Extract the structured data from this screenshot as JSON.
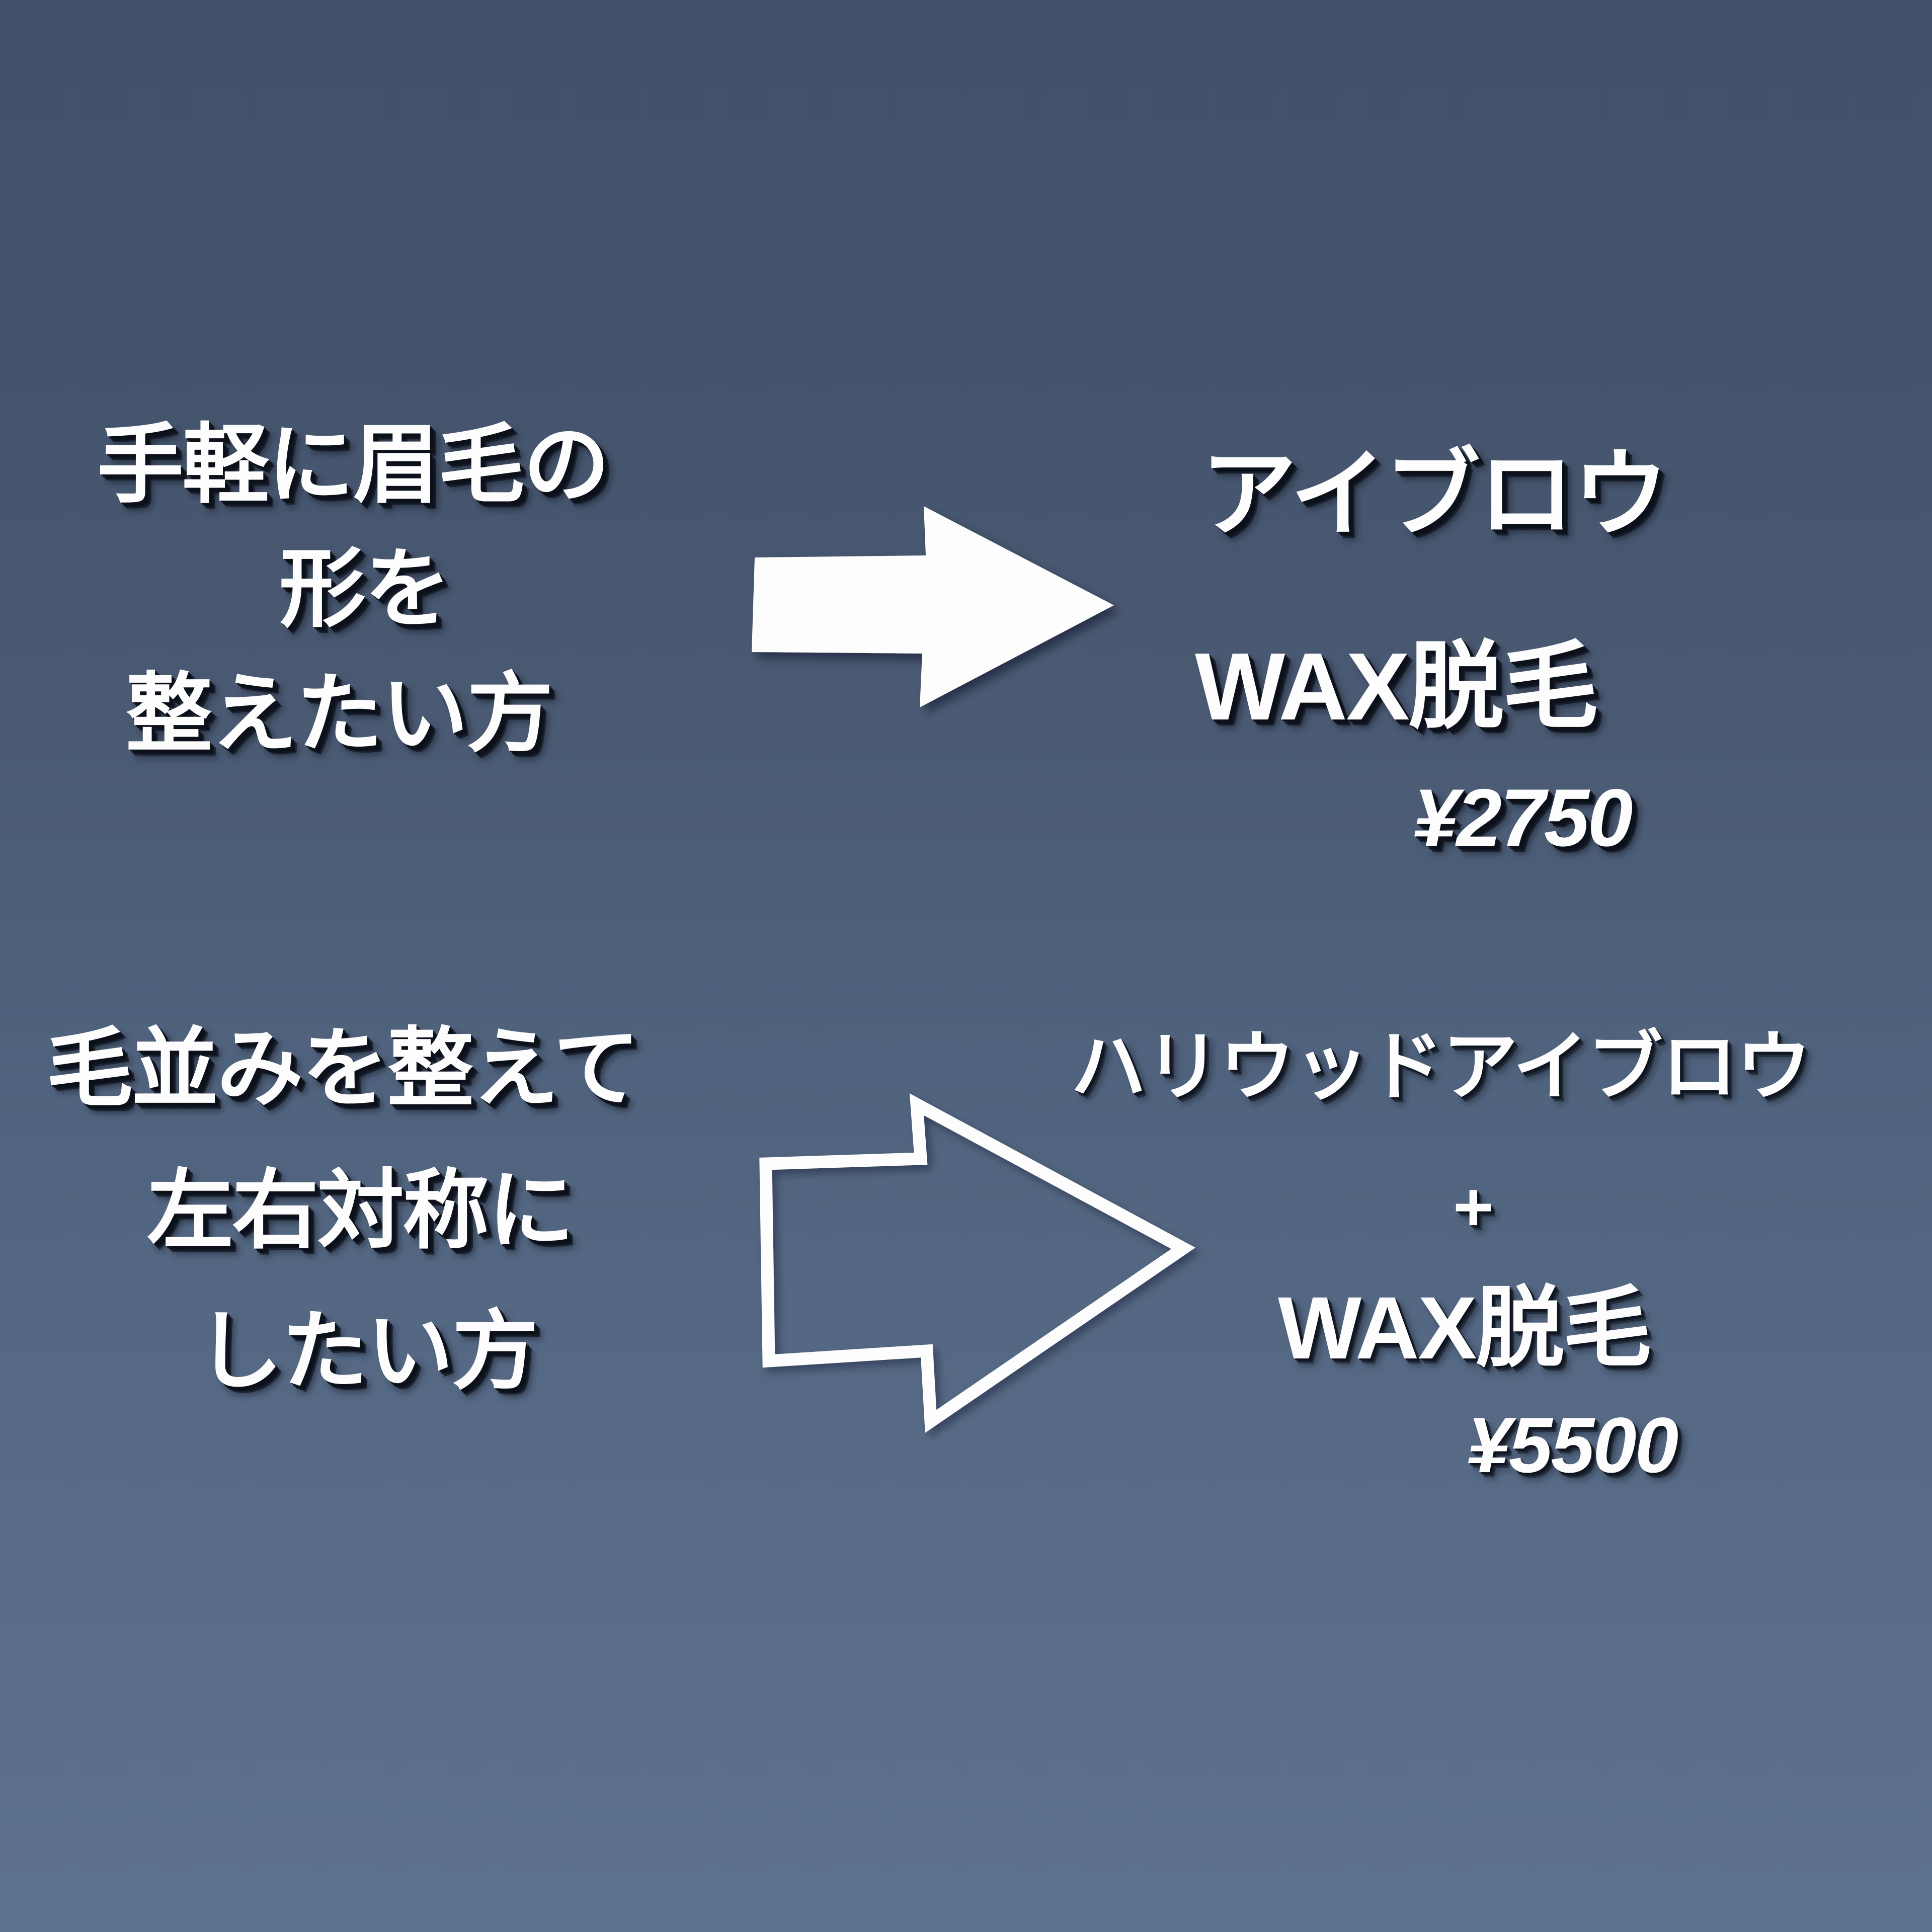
{
  "background": {
    "gradient_top": "#42526a",
    "gradient_bottom": "#5d7190",
    "text_color": "#fdfdfd",
    "shadow_color": "#0c101a"
  },
  "rows": [
    {
      "id": "eyebrow-wax",
      "condition": {
        "lines": [
          "手軽に眉毛の",
          "形を",
          "整えたい方"
        ]
      },
      "arrow": {
        "style": "solid",
        "direction": "right",
        "name": "arrow-right-solid-icon"
      },
      "offer": {
        "lines": [
          "アイブロウ",
          "WAX脱毛"
        ],
        "price": "¥2750"
      }
    },
    {
      "id": "hollywood-eyebrow-wax",
      "condition": {
        "lines": [
          "毛並みを整えて",
          "左右対称に",
          "したい方"
        ]
      },
      "arrow": {
        "style": "outline",
        "direction": "right",
        "name": "arrow-right-outline-icon"
      },
      "offer": {
        "lines": [
          "ハリウッドアイブロウ",
          "+",
          "WAX脱毛"
        ],
        "price": "¥5500"
      }
    }
  ]
}
